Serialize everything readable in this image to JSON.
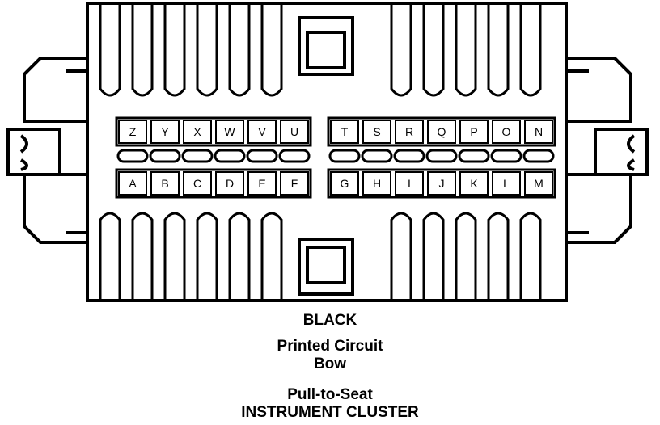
{
  "connector": {
    "upper_left_pins": [
      "Z",
      "Y",
      "X",
      "W",
      "V",
      "U"
    ],
    "upper_right_pins": [
      "T",
      "S",
      "R",
      "Q",
      "P",
      "O",
      "N"
    ],
    "lower_left_pins": [
      "A",
      "B",
      "C",
      "D",
      "E",
      "F"
    ],
    "lower_right_pins": [
      "G",
      "H",
      "I",
      "J",
      "K",
      "L",
      "M"
    ]
  },
  "captions": {
    "color": "BLACK",
    "line1": "Printed Circuit",
    "line2": "Bow",
    "line3": "Pull-to-Seat",
    "line4": "INSTRUMENT CLUSTER"
  },
  "colors": {
    "ink": "#000000",
    "paper": "#ffffff"
  }
}
